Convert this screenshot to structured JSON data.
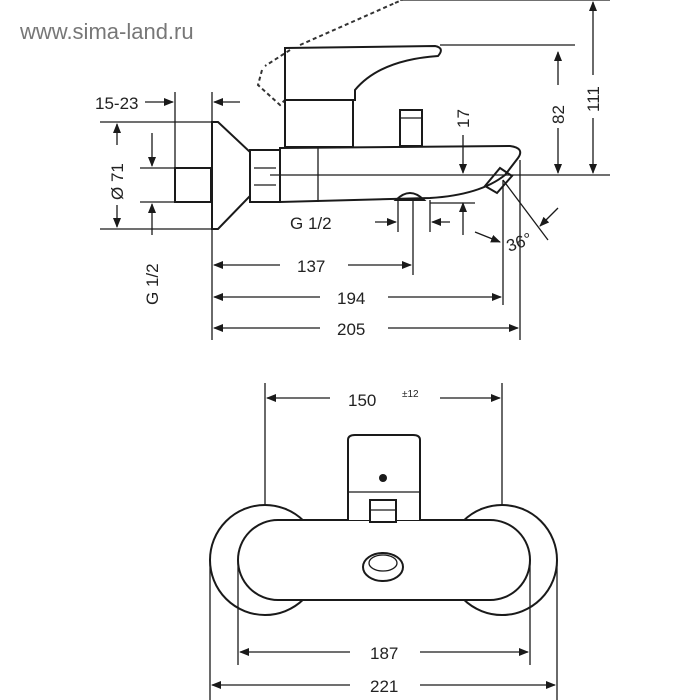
{
  "watermark": "www.sima-land.ru",
  "side_view": {
    "dim_wall_depth": "15-23",
    "dim_flange_diameter": "Ø 71",
    "dim_inlet_thread": "G 1/2",
    "dim_outlet_thread": "G 1/2",
    "dim_outlet_distance": "137",
    "dim_spout_reach": "194",
    "dim_total_depth": "205",
    "dim_spout_drop": "17",
    "dim_handle_height": "82",
    "dim_handle_open_height": "111",
    "dim_spout_angle": "36°"
  },
  "front_view": {
    "dim_centers": "150",
    "dim_centers_tolerance": "±12",
    "dim_body_width": "187",
    "dim_total_width": "221"
  },
  "colors": {
    "line": "#1a1a1a",
    "watermark": "#777777"
  }
}
